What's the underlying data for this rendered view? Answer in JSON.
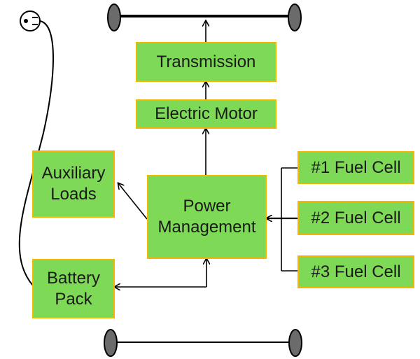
{
  "colors": {
    "box_fill": "#7ed957",
    "box_border": "#f2b705",
    "line": "#000000",
    "wheel": "#6b6b6b"
  },
  "icons": {
    "plug": "electrical-outlet-icon",
    "wheel": "wheel-icon"
  },
  "nodes": {
    "transmission": "Transmission",
    "electric_motor": "Electric Motor",
    "auxiliary_loads": [
      "Auxiliary",
      "Loads"
    ],
    "power_management": [
      "Power",
      "Management"
    ],
    "battery_pack": [
      "Battery",
      "Pack"
    ],
    "fuel_cell_1": "#1 Fuel Cell",
    "fuel_cell_2": "#2 Fuel Cell",
    "fuel_cell_3": "#3 Fuel Cell"
  },
  "edges": [
    [
      "electric_motor",
      "transmission"
    ],
    [
      "transmission",
      "front_axle"
    ],
    [
      "power_management",
      "electric_motor"
    ],
    [
      "power_management",
      "auxiliary_loads"
    ],
    [
      "fuel_cell_1",
      "power_management"
    ],
    [
      "fuel_cell_2",
      "power_management"
    ],
    [
      "fuel_cell_3",
      "power_management"
    ],
    [
      "battery_pack",
      "power_management"
    ],
    [
      "power_management",
      "battery_pack"
    ],
    [
      "plug",
      "battery_pack"
    ]
  ]
}
